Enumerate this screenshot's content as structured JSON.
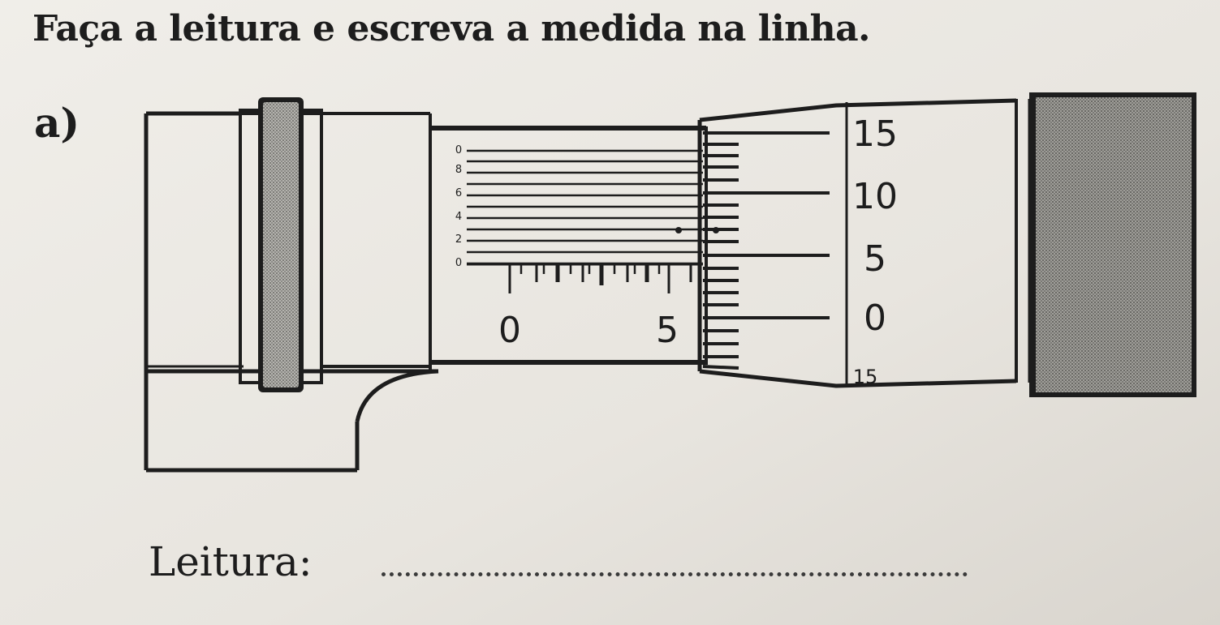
{
  "instruction": "Faça a leitura e escreva a medida na linha.",
  "item_label": "a)",
  "sleeve": {
    "main_numbers": [
      "0",
      "5"
    ],
    "vernier_numbers": [
      "0",
      "8",
      "6",
      "4",
      "2",
      "0"
    ]
  },
  "thimble": {
    "numbers": [
      "15",
      "10",
      "5",
      "0",
      "15"
    ]
  },
  "answer": {
    "label": "Leitura:",
    "value": ""
  },
  "colors": {
    "ink": "#1d1d1d",
    "paper": "#ece9e4",
    "knurl": "#9a9a96"
  }
}
